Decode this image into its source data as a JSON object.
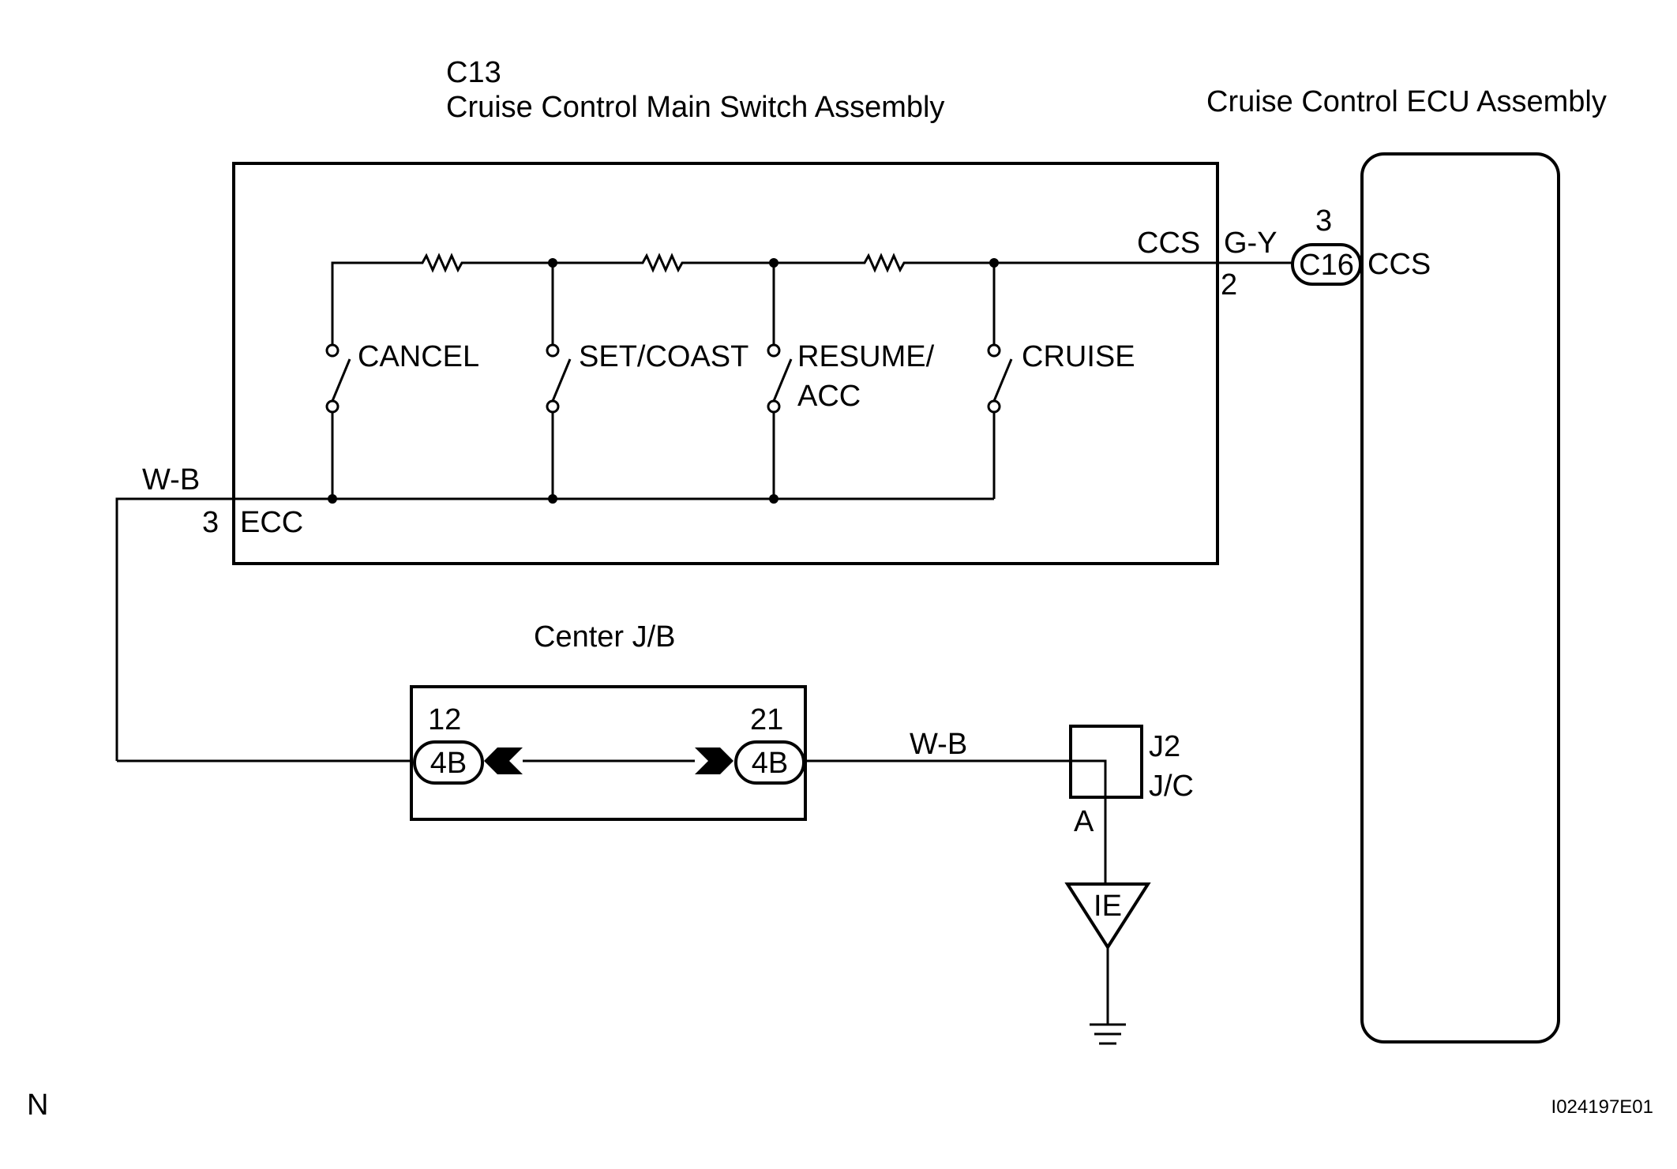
{
  "switch_assembly": {
    "code": "C13",
    "name": "Cruise Control Main Switch Assembly",
    "switches": [
      {
        "label": "CANCEL"
      },
      {
        "label": "SET/COAST"
      },
      {
        "label": "RESUME/",
        "label2": "ACC"
      },
      {
        "label": "CRUISE"
      }
    ],
    "ecc_wire": "W-B",
    "ecc_pin": "3",
    "ecc_label": "ECC",
    "ccs_label": "CCS",
    "ccs_pin": "2",
    "ccs_wire": "G-Y"
  },
  "ecu": {
    "name": "Cruise Control ECU Assembly",
    "connector": "C16",
    "pin": "3",
    "terminal": "CCS"
  },
  "junction_block": {
    "name": "Center J/B",
    "left_pin": "12",
    "left_connector": "4B",
    "right_pin": "21",
    "right_connector": "4B"
  },
  "ground_path": {
    "wire": "W-B",
    "junction": "J2",
    "junction_type": "J/C",
    "pin": "A",
    "ground_point": "IE"
  },
  "footer": {
    "corner_letter": "N",
    "figure_id": "I024197E01"
  }
}
